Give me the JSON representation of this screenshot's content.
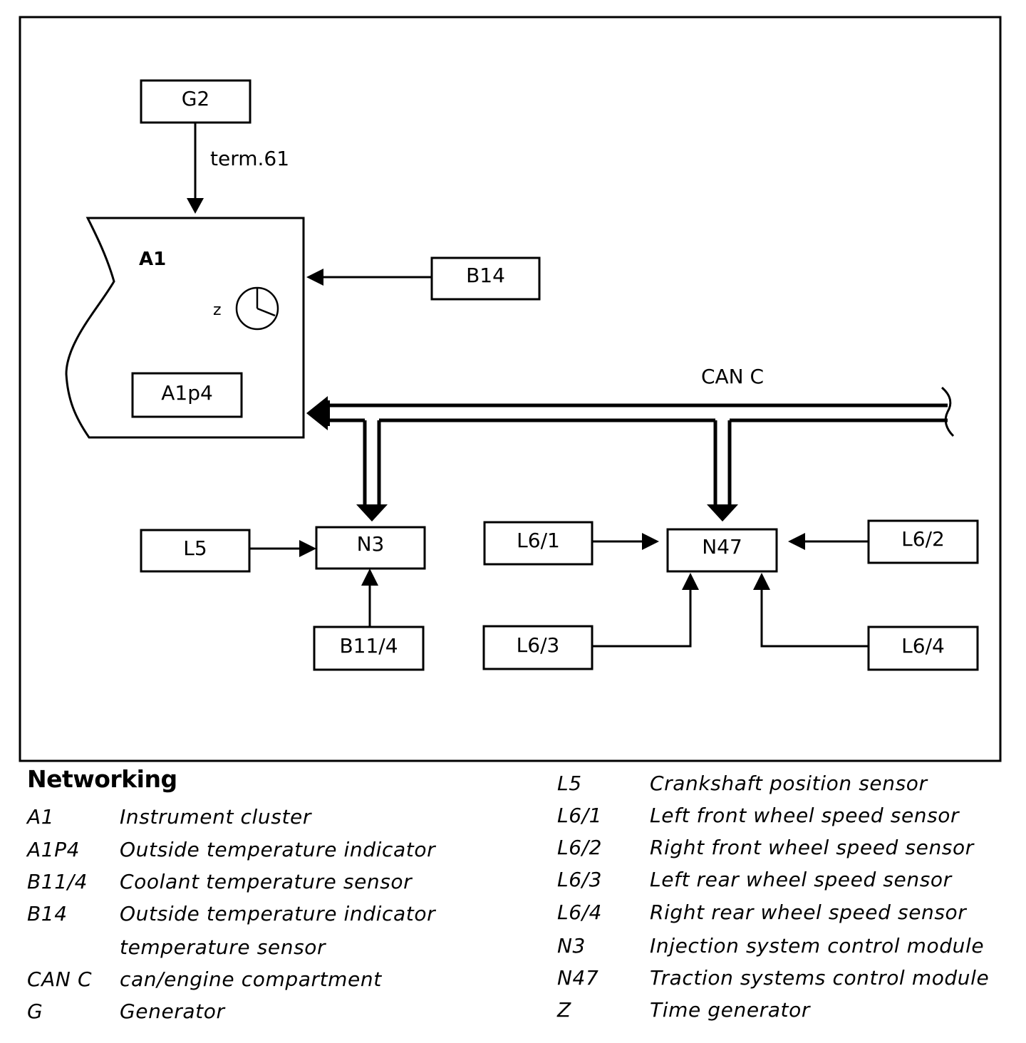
{
  "diagram": {
    "boxes": {
      "g2": "G2",
      "b14": "B14",
      "a1p4": "A1p4",
      "l5": "L5",
      "n3": "N3",
      "b11_4": "B11/4",
      "l6_1": "L6/1",
      "n47": "N47",
      "l6_2": "L6/2",
      "l6_3": "L6/3",
      "l6_4": "L6/4"
    },
    "a1_label": "A1",
    "clock_label": "z",
    "term_label": "term.61",
    "bus_label": "CAN C"
  },
  "legend": {
    "title": "Networking",
    "left": [
      {
        "code": "A1",
        "desc": "Instrument cluster"
      },
      {
        "code": "A1P4",
        "desc": "Outside temperature indicator"
      },
      {
        "code": "B11/4",
        "desc": "Coolant temperature sensor"
      },
      {
        "code": "B14",
        "desc": "Outside temperature indicator"
      },
      {
        "code": "",
        "desc": "temperature sensor"
      },
      {
        "code": "CAN C",
        "desc": "can/engine compartment"
      },
      {
        "code": "G",
        "desc": "Generator"
      }
    ],
    "right": [
      {
        "code": "L5",
        "desc": "Crankshaft position sensor"
      },
      {
        "code": "L6/1",
        "desc": "Left front wheel speed sensor"
      },
      {
        "code": "L6/2",
        "desc": "Right front wheel speed sensor"
      },
      {
        "code": "L6/3",
        "desc": "Left rear wheel speed sensor"
      },
      {
        "code": "L6/4",
        "desc": "Right rear wheel speed sensor"
      },
      {
        "code": "N3",
        "desc": "Injection system control module"
      },
      {
        "code": "N47",
        "desc": "Traction systems control module"
      },
      {
        "code": "Z",
        "desc": "Time generator"
      }
    ]
  }
}
